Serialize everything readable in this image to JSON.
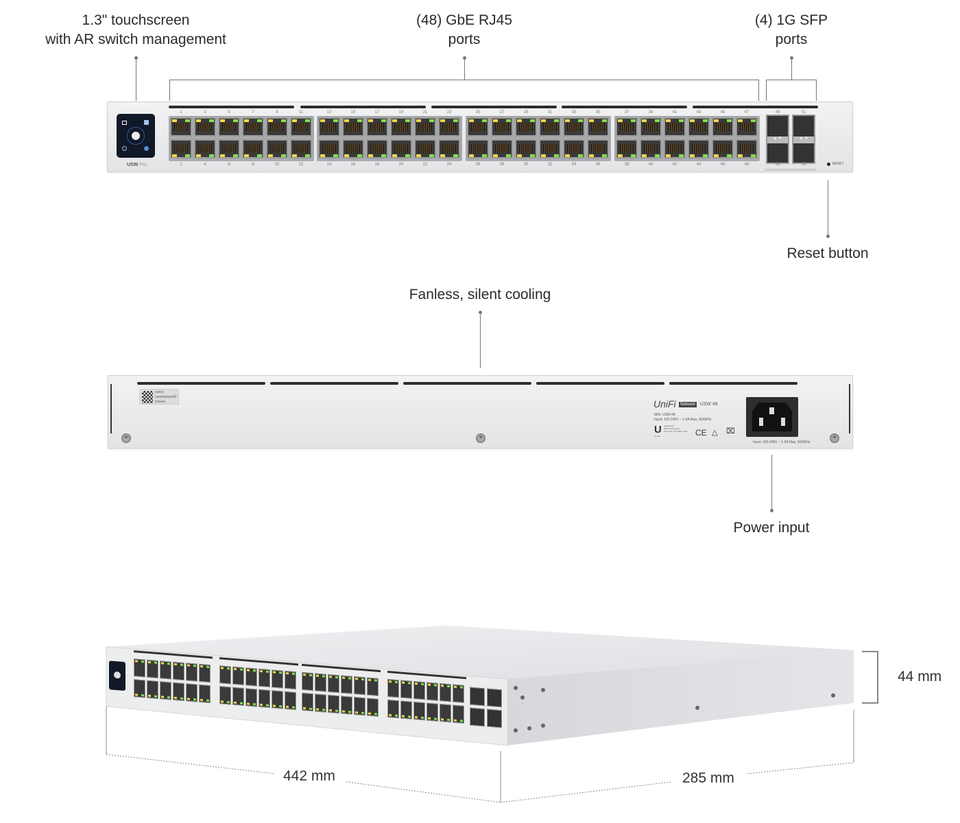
{
  "callouts": {
    "touchscreen": [
      "1.3\" touchscreen",
      "with AR switch management"
    ],
    "rj45": [
      "(48) GbE RJ45",
      "ports"
    ],
    "sfp": [
      "(4) 1G SFP",
      "ports"
    ],
    "reset": "Reset button",
    "cooling": "Fanless, silent cooling",
    "power": "Power input"
  },
  "front": {
    "model_bold": "USW",
    "model_light": "Pro",
    "rj45_port_count": 48,
    "sfp_ports": [
      49,
      50,
      51,
      52
    ],
    "reset_label": "RESET",
    "led_colors": {
      "left": "#f2d64b",
      "right": "#7ee04e"
    }
  },
  "back": {
    "qr_lines": [
      "xxxxx",
      "xxxxxxxxxxXX",
      "xxxxxx"
    ],
    "brand": "UniFi",
    "brand_tag": "Network",
    "model": "USW 48",
    "mn": "M/N: USW-48",
    "input": "Input: 100-240V ~ 1.5A Max, 50/60Hz",
    "company": [
      "Ubiquiti Inc.",
      "685 Third Avenue",
      "New York, NY 10017 USA"
    ],
    "ui_com": "ui.com",
    "ce": "CE",
    "socket_input": "Input: 100-240V ~ 1.5A Max, 50/60Hz"
  },
  "dimensions": {
    "width": "442 mm",
    "depth": "285 mm",
    "height": "44 mm"
  }
}
